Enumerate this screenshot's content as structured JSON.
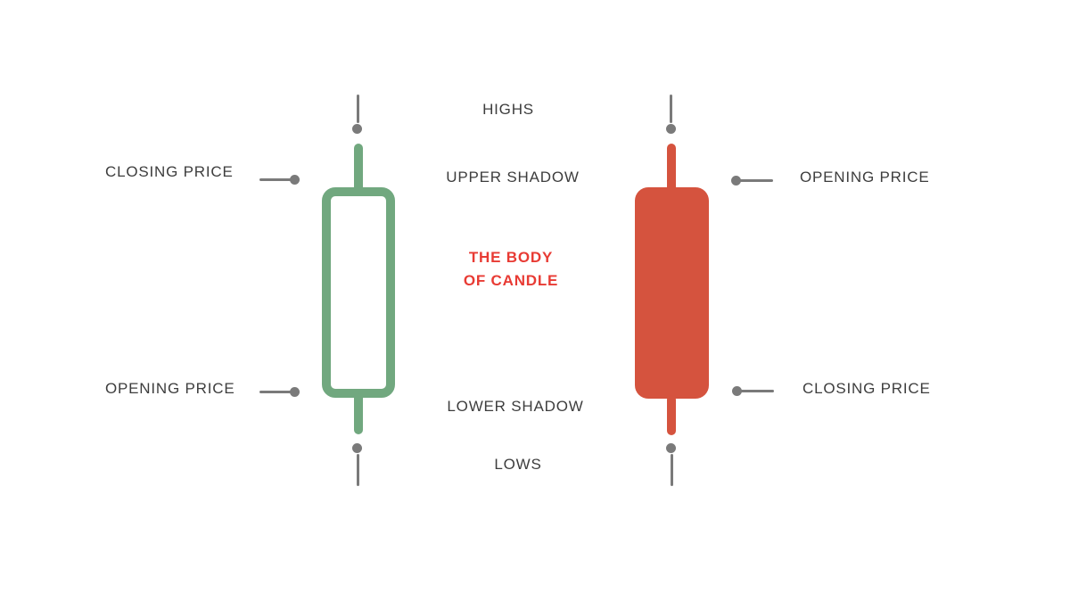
{
  "colors": {
    "bullish_green": "#71A87F",
    "bearish_red": "#D5533E",
    "body_text_red": "#E83B34",
    "label_text": "#3D3D3D",
    "connector_gray": "#7A7A7A"
  },
  "bullish_candle": {
    "top_label": "CLOSING PRICE",
    "bottom_label": "OPENING PRICE"
  },
  "bearish_candle": {
    "top_label": "OPENING PRICE",
    "bottom_label": "CLOSING PRICE"
  },
  "center_labels": {
    "highs": "HIGHS",
    "upper_shadow": "UPPER SHADOW",
    "body_line1": "THE BODY",
    "body_line2": "OF CANDLE",
    "lower_shadow": "LOWER SHADOW",
    "lows": "LOWS"
  }
}
